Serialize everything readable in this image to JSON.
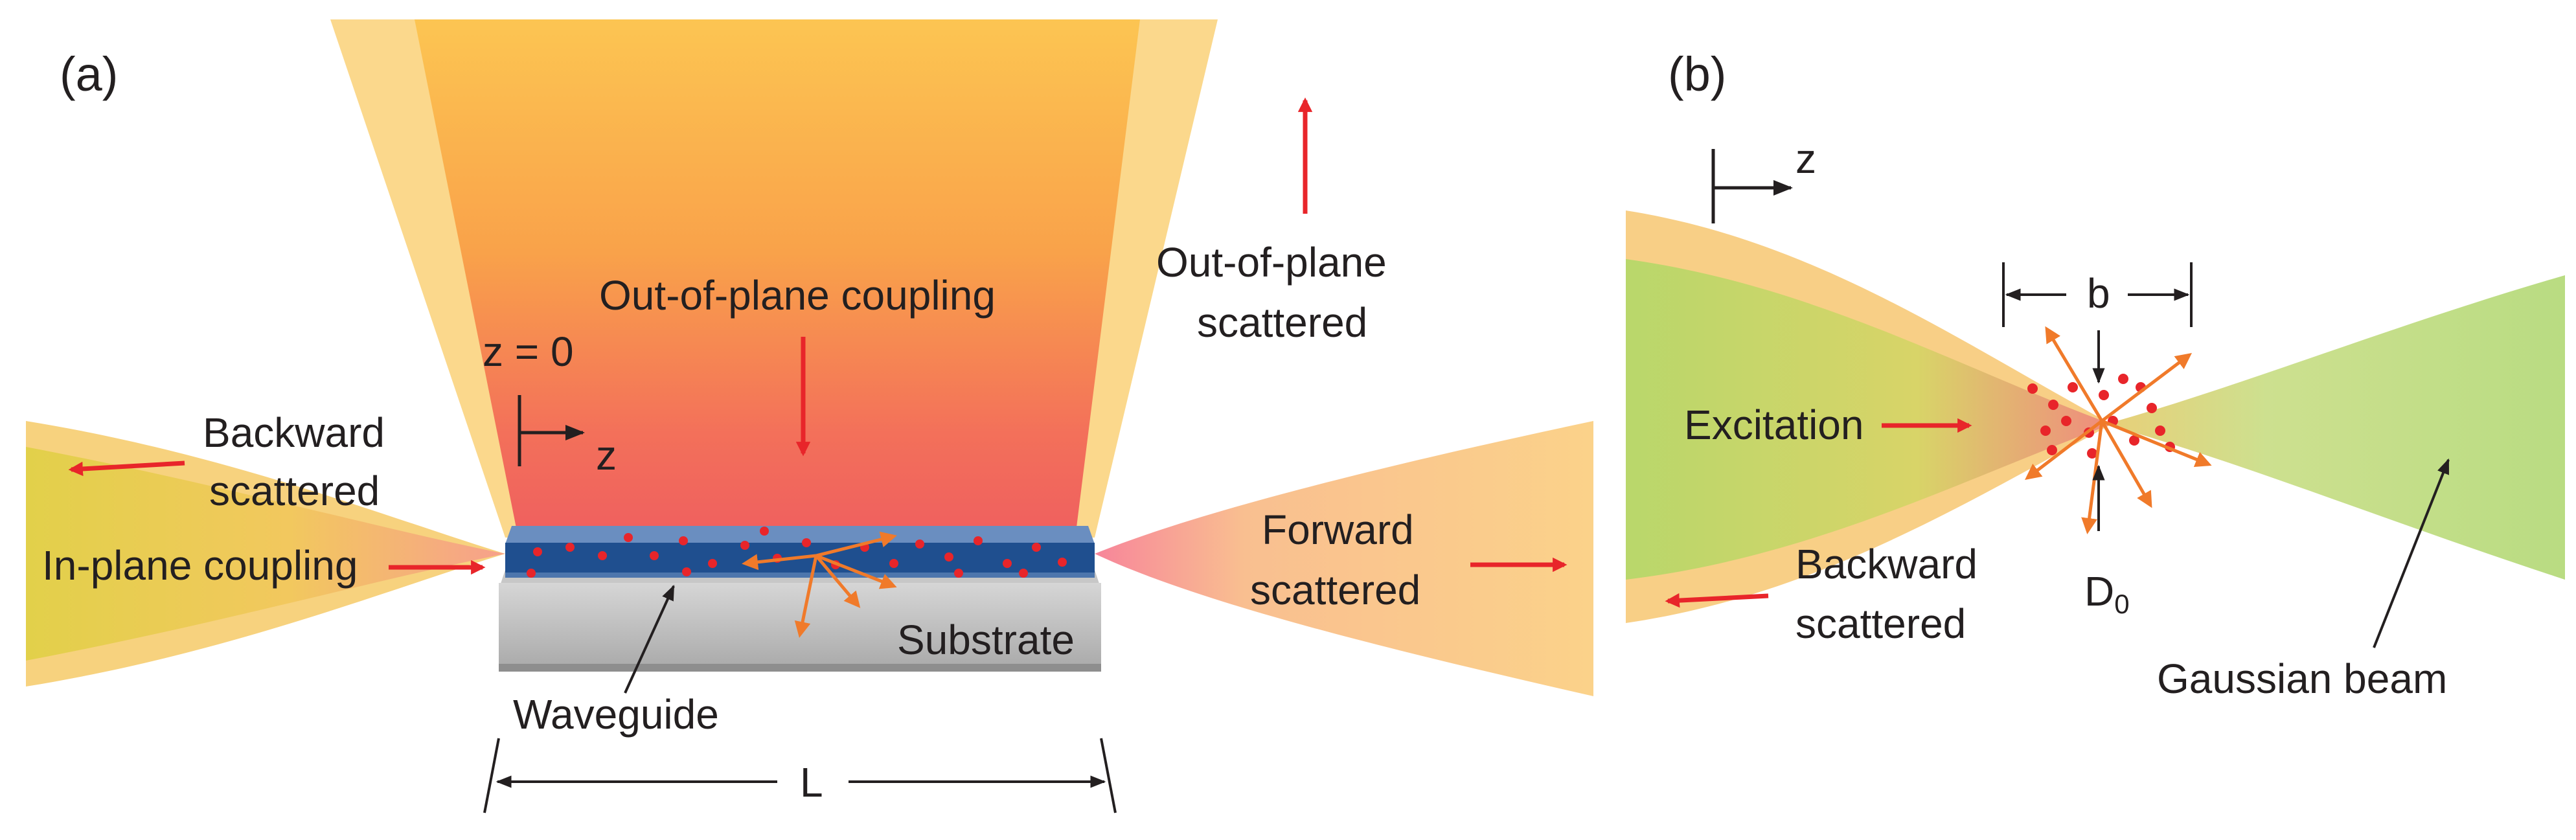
{
  "panel_a": {
    "label": "(a)",
    "out_of_plane_coupling": "Out-of-plane coupling",
    "out_of_plane_scattered_1": "Out-of-plane",
    "out_of_plane_scattered_2": "scattered",
    "z0": "z = 0",
    "z_axis": "z",
    "backward_1": "Backward",
    "backward_2": "scattered",
    "in_plane_coupling": "In-plane coupling",
    "forward_1": "Forward",
    "forward_2": "scattered",
    "substrate": "Substrate",
    "waveguide": "Waveguide",
    "length": "L"
  },
  "panel_b": {
    "label": "(b)",
    "z_axis": "z",
    "b": "b",
    "excitation": "Excitation",
    "backward_1": "Backward",
    "backward_2": "scattered",
    "d0_main": "D",
    "d0_sub": "0",
    "gaussian_beam": "Gaussian beam"
  },
  "colors": {
    "arrow_red": "#e8252a",
    "scatter_orange": "#f07a2a",
    "particle_red": "#e8252a",
    "waveguide_blue": "#1f4f8f",
    "beam_yellow": "#fbc85a",
    "beam_green": "#b9d86a"
  }
}
